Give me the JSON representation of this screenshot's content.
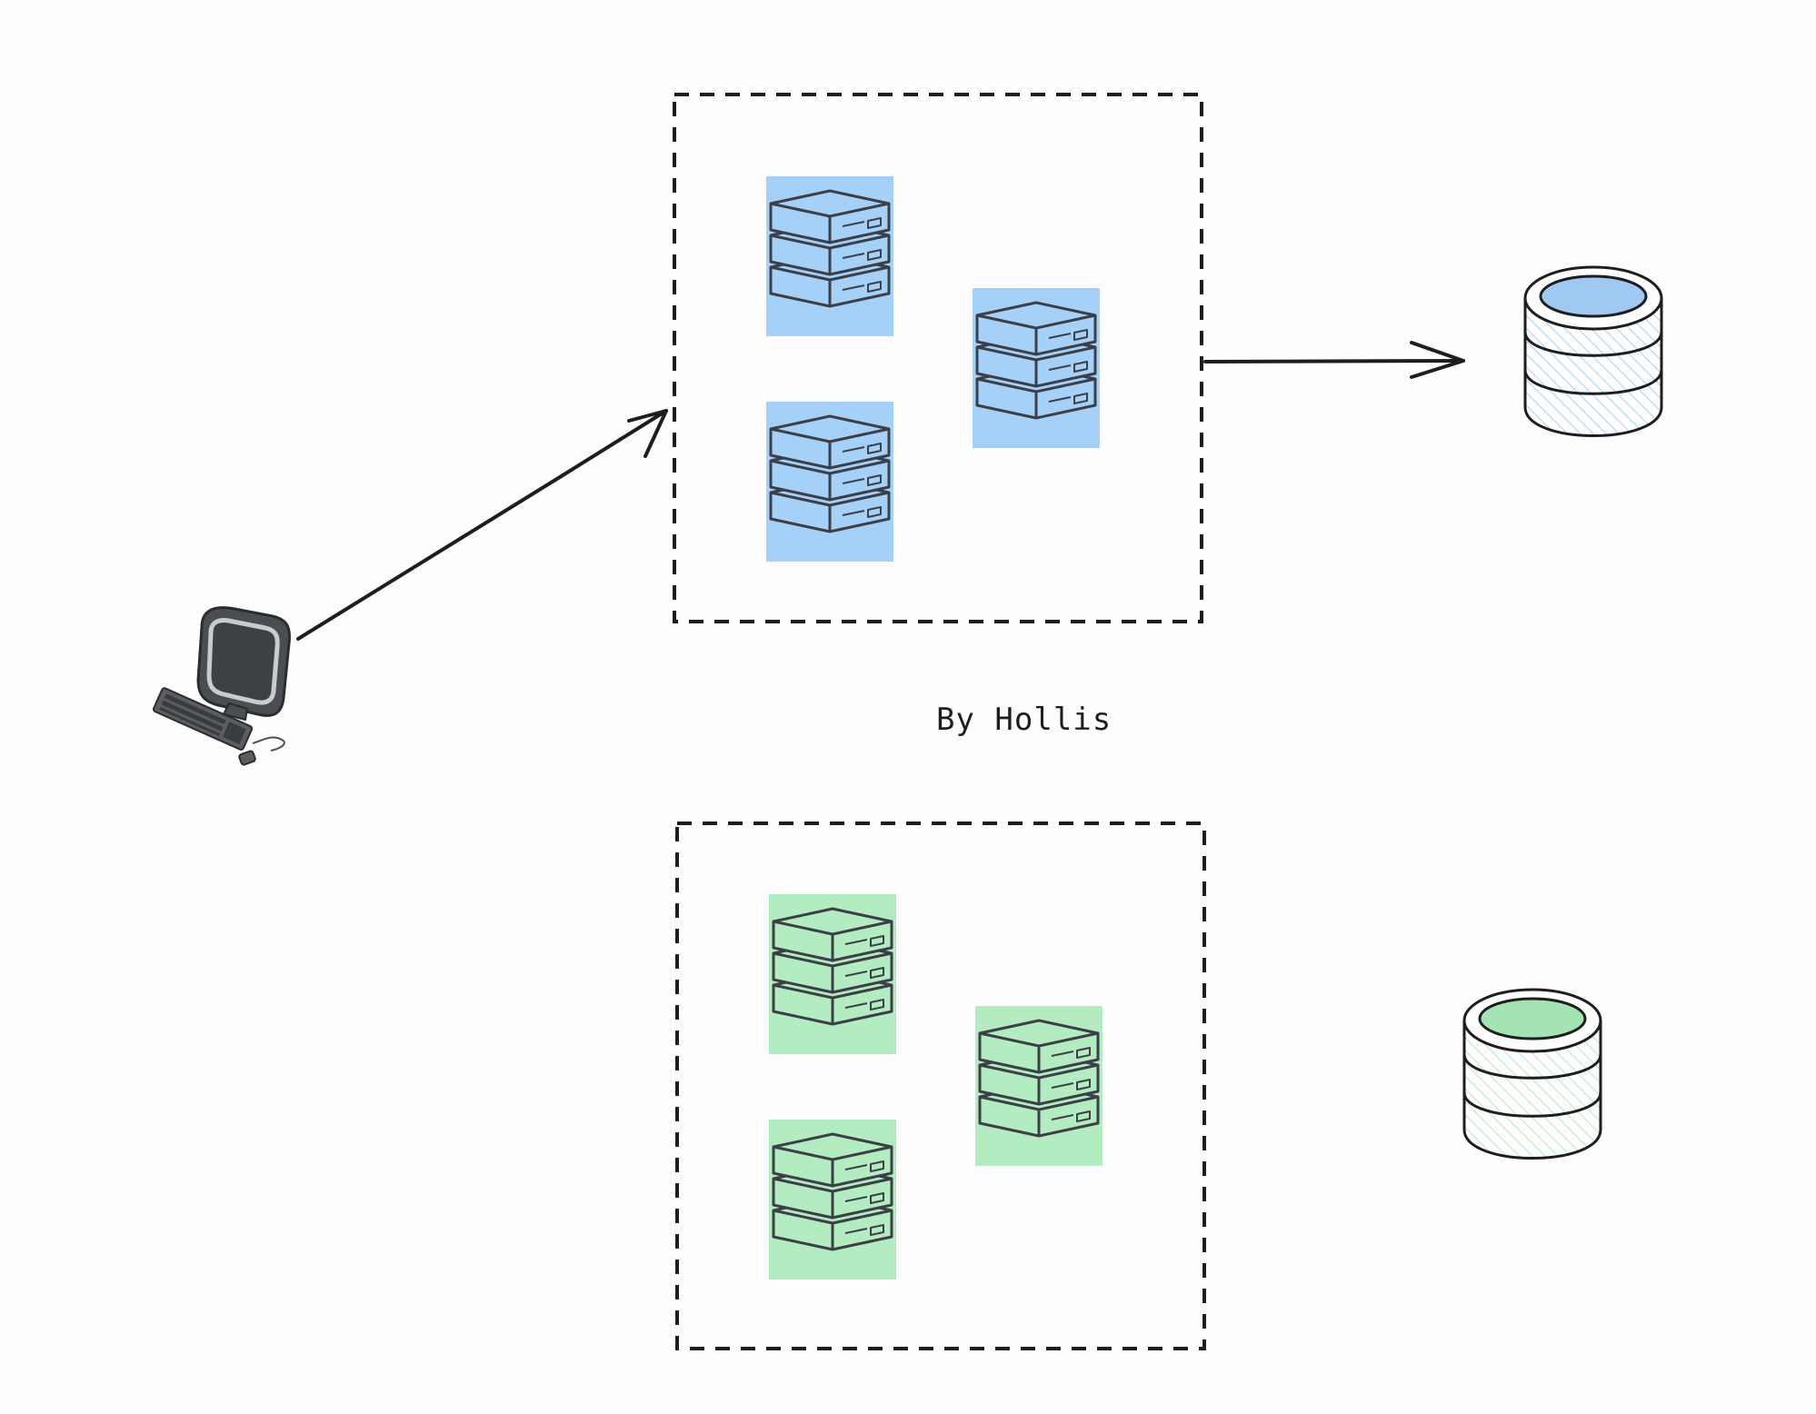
{
  "author_label": "By Hollis",
  "colors": {
    "stroke": "#1e1e1e",
    "server_stroke": "#3c3f47",
    "primary_fill": "#a5d0f8",
    "secondary_fill": "#b2ecc0",
    "primary_db_top": "#9fc8f2",
    "secondary_db_top": "#a4e4b4",
    "background": "#fdfdfd"
  },
  "icons": {
    "client": "desktop-computer-icon",
    "server": "server-rack-icon",
    "database": "database-icon"
  },
  "groups": [
    {
      "name": "primary-server-cluster",
      "server_count": 3,
      "fill": "primary_fill"
    },
    {
      "name": "secondary-server-cluster",
      "server_count": 3,
      "fill": "secondary_fill"
    }
  ],
  "connections": [
    {
      "from": "client",
      "to": "primary-server-cluster"
    },
    {
      "from": "primary-server-cluster",
      "to": "primary-database"
    }
  ]
}
